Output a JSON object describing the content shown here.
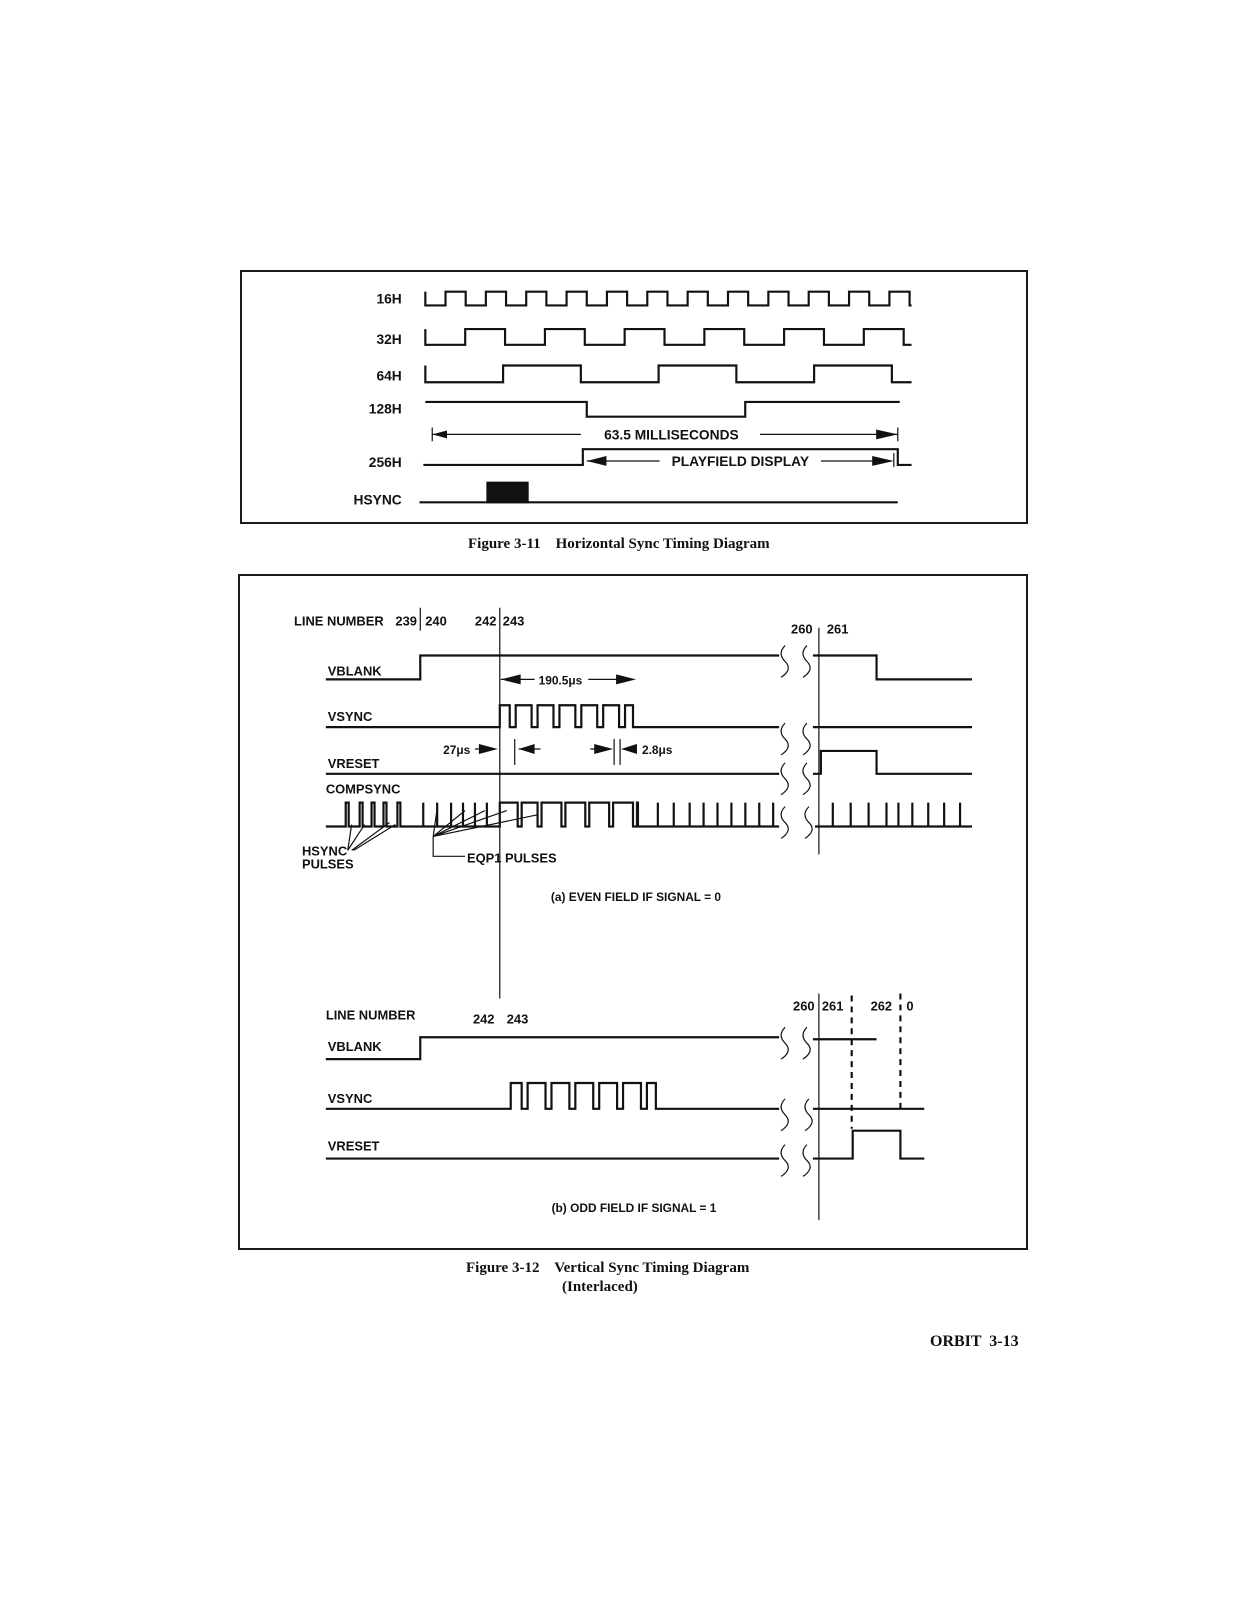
{
  "figure_3_11": {
    "signals": [
      "16H",
      "32H",
      "64H",
      "128H",
      "256H",
      "HSYNC"
    ],
    "span_label": "63.5 MILLISECONDS",
    "display_label": "PLAYFIELD DISPLAY",
    "caption": "Figure 3-11    Horizontal Sync Timing Diagram"
  },
  "figure_3_12": {
    "even": {
      "line_number_label": "LINE NUMBER",
      "line_numbers": [
        "239",
        "240",
        "242",
        "243",
        "260",
        "261"
      ],
      "signals": [
        "VBLANK",
        "VSYNC",
        "VRESET",
        "COMPSYNC"
      ],
      "vsync_duration": "190.5μs",
      "eqp_offset": "27μs",
      "pulse_width": "2.8μs",
      "hsync_pulses_label": [
        "HSYNC",
        "PULSES"
      ],
      "eqp_pulses_label": "EQP1 PULSES",
      "condition": "(a) EVEN FIELD IF SIGNAL = 0"
    },
    "odd": {
      "line_number_label": "LINE NUMBER",
      "line_numbers": [
        "242",
        "243",
        "260",
        "261",
        "262",
        "0"
      ],
      "signals": [
        "VBLANK",
        "VSYNC",
        "VRESET"
      ],
      "condition": "(b) ODD FIELD IF SIGNAL = 1"
    },
    "caption_line1": "Figure 3-12    Vertical Sync Timing Diagram",
    "caption_line2": "(Interlaced)"
  },
  "footer": "ORBIT  3-13"
}
